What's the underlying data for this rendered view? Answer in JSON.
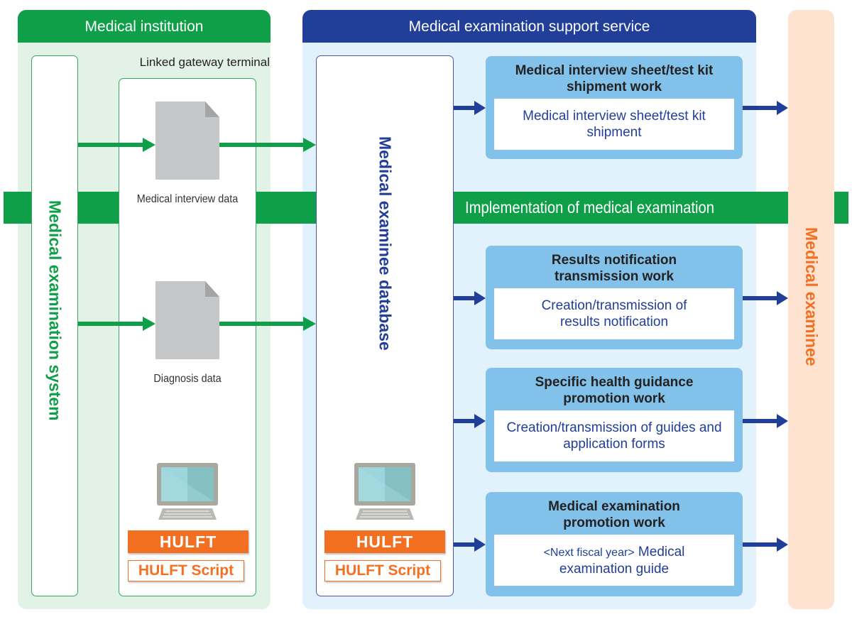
{
  "institution": {
    "header": "Medical institution",
    "exam_system_label": "Medical examination system",
    "gateway_label": "Linked gateway terminal",
    "documents": [
      {
        "icon": "document-icon",
        "label": "Medical interview data"
      },
      {
        "icon": "document-icon",
        "label": "Diagnosis data"
      }
    ],
    "computer_icon": "computer-icon",
    "hulft_label": "HULFT",
    "hulft_script_label": "HULFT Script"
  },
  "support": {
    "header": "Medical examination support service",
    "database_label": "Medical examinee database",
    "computer_icon": "computer-icon",
    "hulft_label": "HULFT",
    "hulft_script_label": "HULFT Script",
    "work_items": [
      {
        "title": "Medical interview sheet/test kit shipment work",
        "detail": "Medical interview sheet/test kit shipment"
      },
      {
        "title": "Results notification transmission work",
        "detail": "Creation/transmission of results notification"
      },
      {
        "title": "Specific health guidance promotion work",
        "detail": "Creation/transmission of guides and application forms"
      },
      {
        "title": "Medical examination promotion work",
        "detail_prefix": "<Next fiscal year>",
        "detail": "Medical examination guide"
      }
    ]
  },
  "band": {
    "label": "Implementation of medical examination"
  },
  "examinee": {
    "label": "Medical examinee"
  },
  "colors": {
    "institution_green": "#0f9f48",
    "institution_bg": "#e3f2e7",
    "support_navy": "#213f98",
    "support_bg": "#e1f2fc",
    "work_box_blue": "#82c1ea",
    "examinee_bg": "#fde3d0",
    "examinee_orange": "#f36f21",
    "hulft_orange": "#f36f21"
  }
}
